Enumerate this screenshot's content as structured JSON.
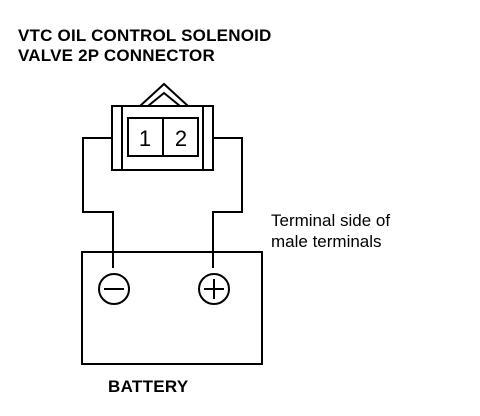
{
  "title": {
    "line1": "VTC OIL CONTROL SOLENOID",
    "line2": "VALVE 2P CONNECTOR"
  },
  "connector": {
    "pins": [
      "1",
      "2"
    ]
  },
  "note": {
    "line1": "Terminal side of",
    "line2": "male terminals"
  },
  "battery": {
    "label": "BATTERY",
    "negative_symbol": "minus-icon",
    "positive_symbol": "plus-icon"
  }
}
